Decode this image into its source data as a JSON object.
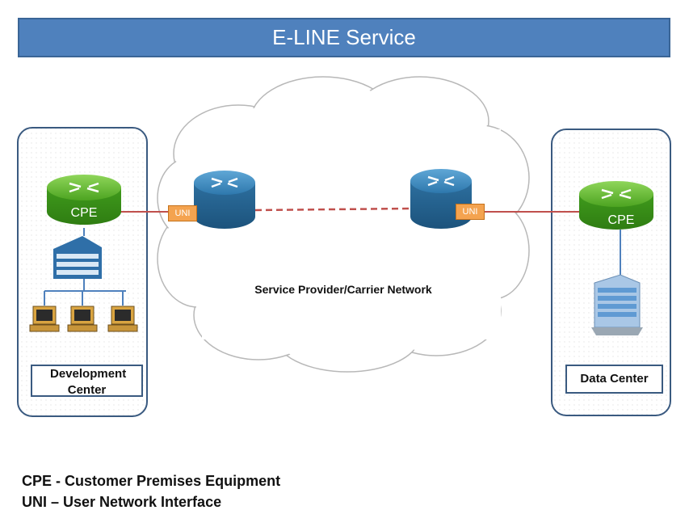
{
  "title": "E-LINE Service",
  "cloud_label": "Service Provider/Carrier Network",
  "left_site": {
    "label": "Development Center",
    "cpe_label": "CPE",
    "uni_label": "UNI"
  },
  "right_site": {
    "label": "Data Center",
    "cpe_label": "CPE",
    "uni_label": "UNI"
  },
  "legend": [
    "CPE - Customer Premises Equipment",
    "UNI – User Network Interface"
  ],
  "colors": {
    "title_bg": "#4f81bd",
    "cpe_router": "#5bb829",
    "provider_router": "#2f6e9e",
    "uni_tag": "#f4a34f",
    "link_line": "#c0504d",
    "site_border": "#3a5a80"
  },
  "icons": [
    "router-icon",
    "building-icon",
    "computer-icon",
    "datacenter-building-icon"
  ]
}
